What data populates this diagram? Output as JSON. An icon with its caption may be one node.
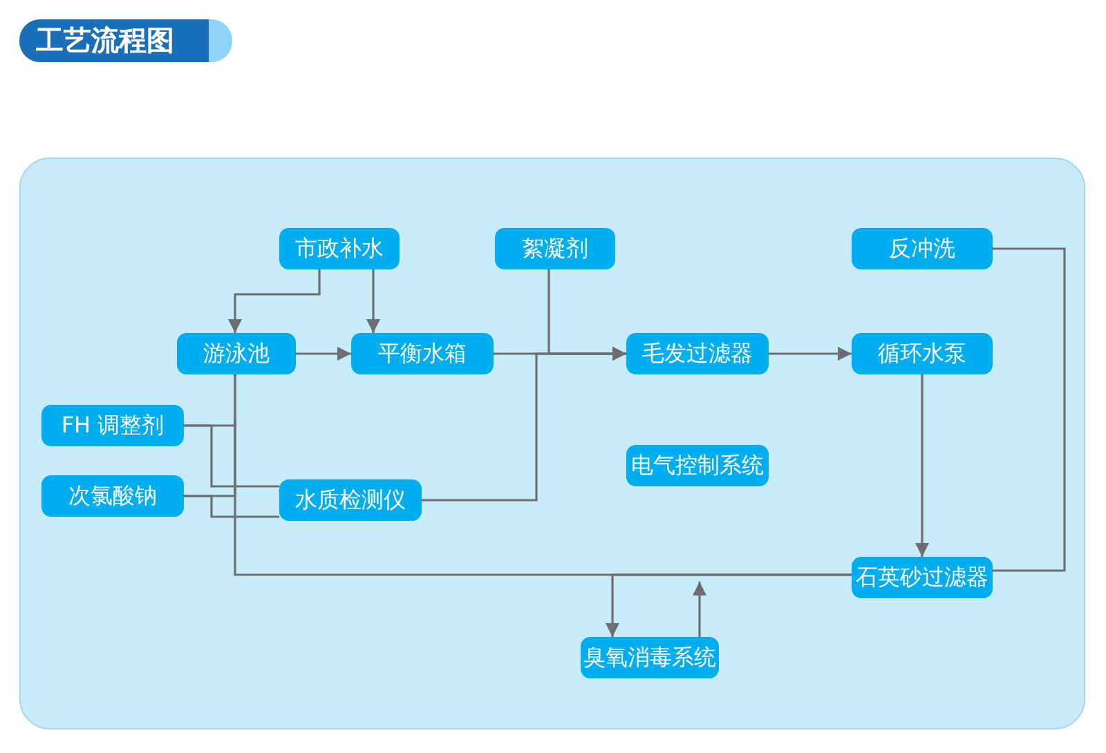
{
  "diagram": {
    "title": "工艺流程图",
    "nodes": [
      {
        "text": [
          "市政补水"
        ]
      },
      {
        "text": [
          "絮凝剂"
        ]
      },
      {
        "text": [
          "反冲洗"
        ]
      },
      {
        "text": [
          "游泳池"
        ]
      },
      {
        "text": [
          "平衡水箱"
        ]
      },
      {
        "text": [
          "毛发过滤器"
        ]
      },
      {
        "text": [
          "循环水泵"
        ]
      },
      {
        "text": [
          "FH 调整剂"
        ]
      },
      {
        "text": [
          "电气控制系统"
        ]
      },
      {
        "text": [
          "次氯酸钠"
        ]
      },
      {
        "text": [
          "水质检测仪"
        ]
      },
      {
        "text": [
          "石英砂过滤器"
        ]
      },
      {
        "text": [
          "臭氧消毒系统"
        ]
      }
    ],
    "edges": [
      {
        "from": 0,
        "to": 3,
        "arrow": "to"
      },
      {
        "from": 0,
        "to": 4,
        "arrow": "to"
      },
      {
        "from": 3,
        "to": 4,
        "arrow": "to"
      },
      {
        "from": 4,
        "to": 5,
        "arrow": "to"
      },
      {
        "from": 1,
        "to": 5,
        "arrow": "to"
      },
      {
        "from": 10,
        "to": 5,
        "arrow": "to"
      },
      {
        "from": 5,
        "to": 6,
        "arrow": "to"
      },
      {
        "from": 6,
        "to": 11,
        "arrow": "to"
      },
      {
        "from": 2,
        "to": 11,
        "arrow": "none"
      },
      {
        "from": 11,
        "to": 3,
        "arrow": "none"
      },
      {
        "from": 11,
        "to": 12,
        "arrow": "to"
      },
      {
        "from": 12,
        "to": null,
        "arrow": "to"
      },
      {
        "from": 7,
        "to": 3,
        "arrow": "none"
      },
      {
        "from": 7,
        "to": 10,
        "arrow": "none"
      },
      {
        "from": 9,
        "to": 3,
        "arrow": "none"
      },
      {
        "from": 9,
        "to": 10,
        "arrow": "none"
      }
    ]
  }
}
